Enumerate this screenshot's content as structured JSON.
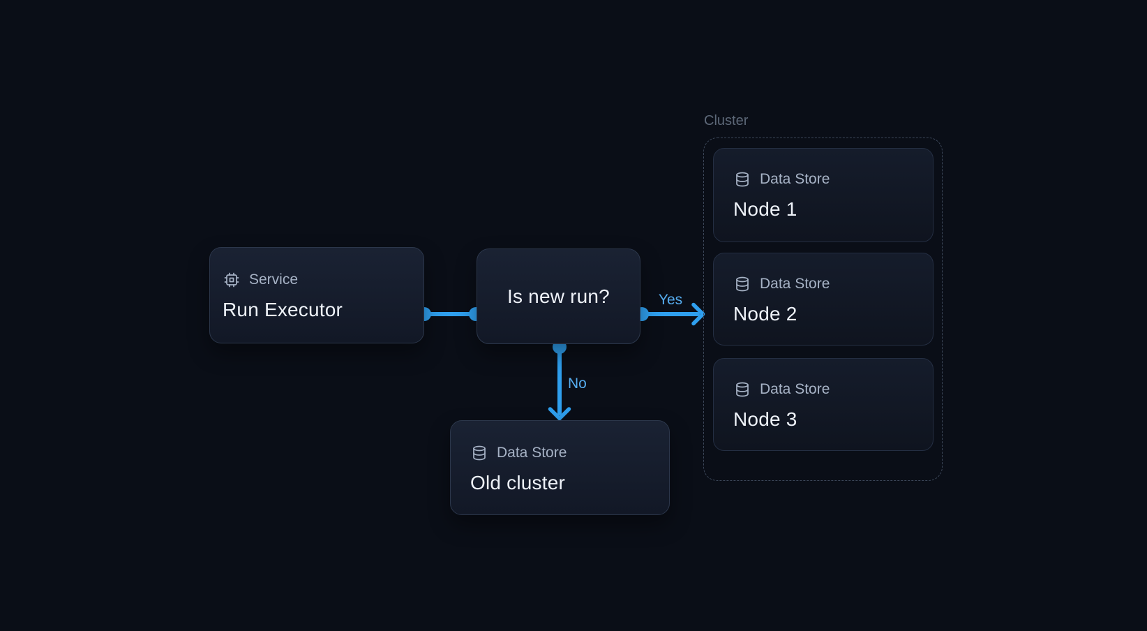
{
  "theme": {
    "background": "#0a0e17",
    "accent_blue": "#2f9fee",
    "edge_label_blue": "#56adf0",
    "card_bg_top": "#1a2233",
    "card_bg_bottom": "#121826",
    "inner_card_bg_top": "#151c2b",
    "inner_card_bg_bottom": "#0f141f",
    "card_border": "#2c374b",
    "inner_card_border": "#242e42",
    "cluster_border": "#3c4759",
    "label_text": "#a7b3c6",
    "title_text": "#eef2f8",
    "muted_text": "#5d6878"
  },
  "diagram": {
    "service": {
      "type_label": "Service",
      "title": "Run Executor"
    },
    "decision": {
      "title": "Is new run?"
    },
    "old_cluster": {
      "type_label": "Data Store",
      "title": "Old cluster"
    },
    "cluster": {
      "label": "Cluster",
      "nodes": [
        {
          "type_label": "Data Store",
          "title": "Node 1"
        },
        {
          "type_label": "Data Store",
          "title": "Node 2"
        },
        {
          "type_label": "Data Store",
          "title": "Node 3"
        }
      ]
    },
    "edges": {
      "yes_label": "Yes",
      "no_label": "No"
    }
  }
}
